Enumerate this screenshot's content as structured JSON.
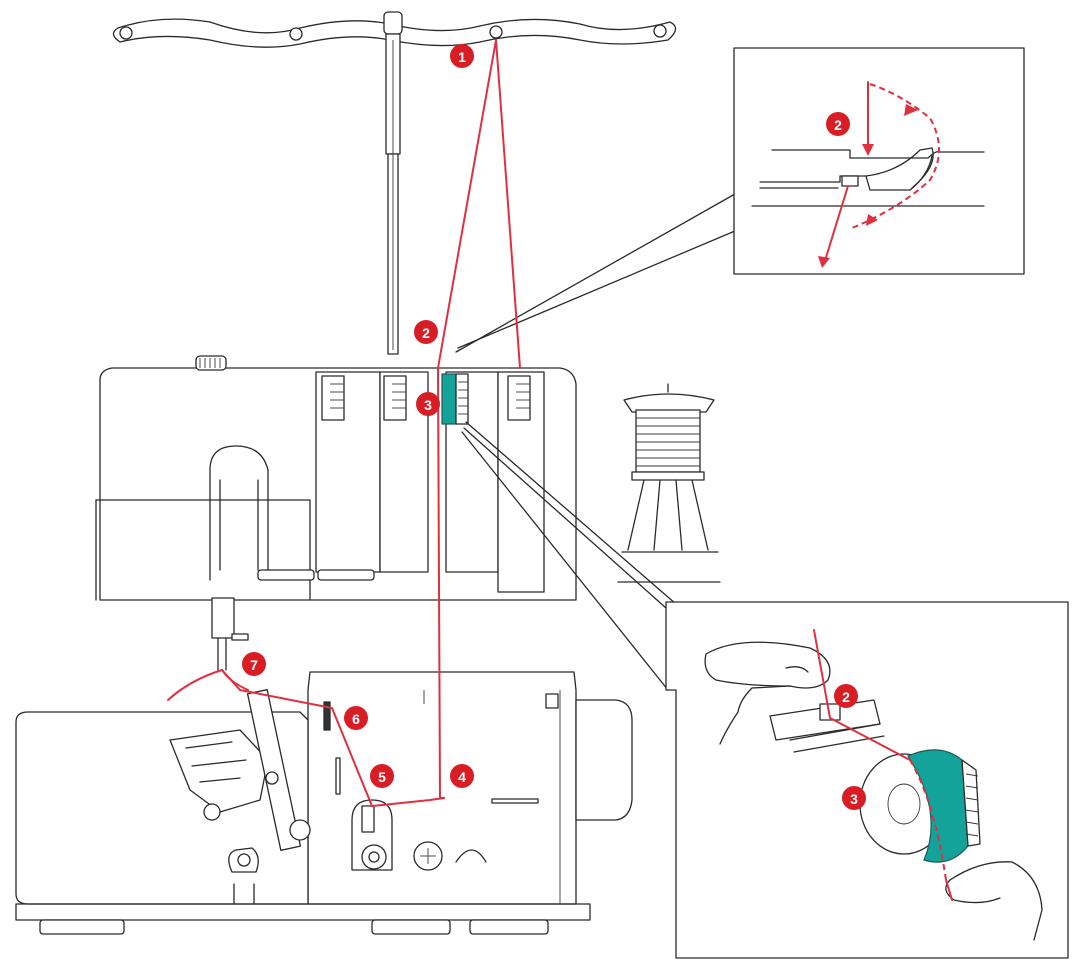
{
  "step_labels": {
    "s1": "1",
    "s2": "2",
    "s3": "3",
    "s4": "4",
    "s5": "5",
    "s6": "6",
    "s7": "7",
    "inset_top_s2": "2",
    "inset_bottom_s2": "2",
    "inset_bottom_s3": "3"
  },
  "colors": {
    "thread": "#e03040",
    "badge": "#d81e24",
    "tension_dial": "#14a39a",
    "line_art": "#2a2a2a"
  }
}
